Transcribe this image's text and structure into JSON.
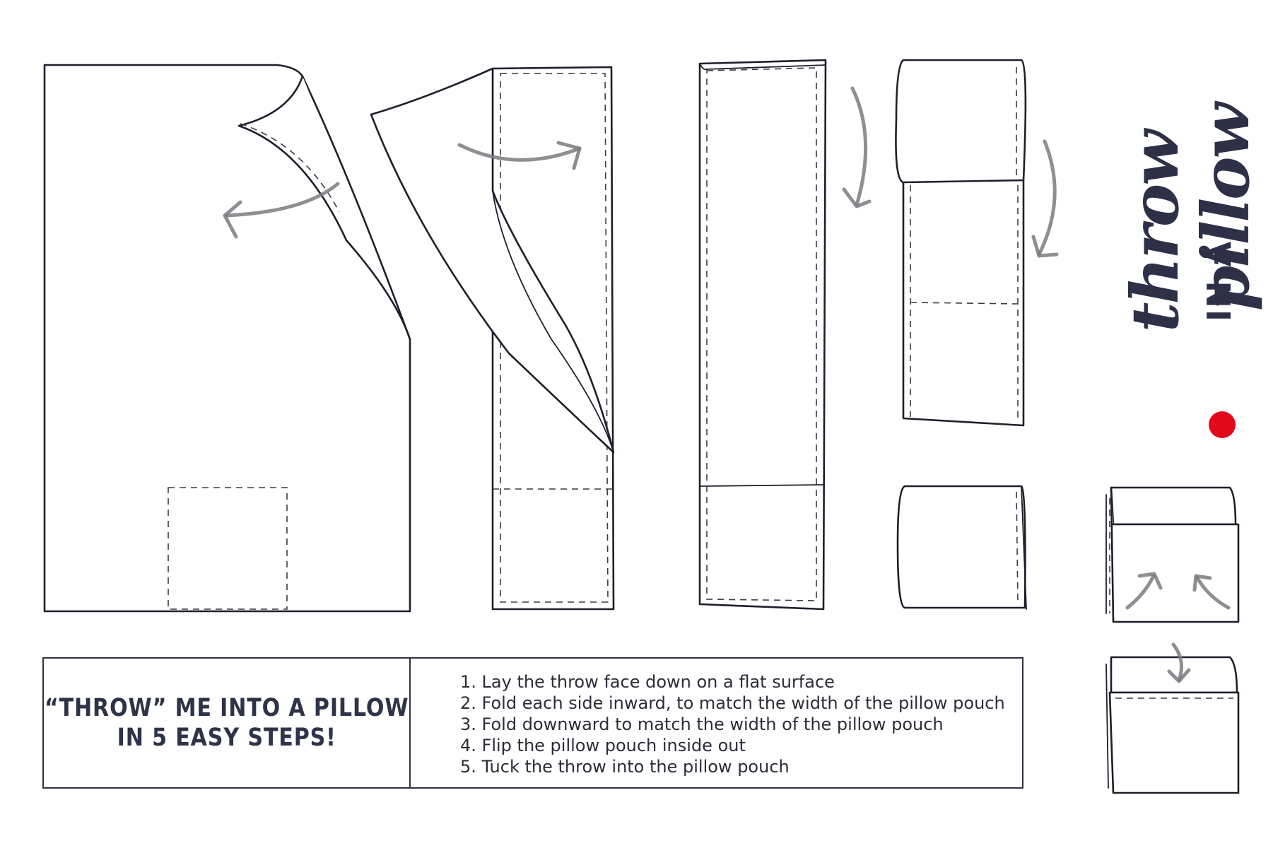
{
  "heading": {
    "line1": "“THROW” ME INTO A PILLOW",
    "line2": "IN 5 EASY STEPS!"
  },
  "steps": [
    "1. Lay the throw face down on a flat surface",
    "2. Fold each side inward, to match the width of the pillow pouch",
    "3. Fold downward to match the width of the pillow pouch",
    "4. Flip the pillow pouch inside out",
    "5. Tuck the throw into the pillow pouch"
  ],
  "brand": {
    "script_1": "throw",
    "script_2": "pillow",
    "caps": "IN A",
    "dot_color": "#e4081c",
    "ink_color": "#2d3047"
  },
  "icons": [
    "curved-arrow-icon",
    "straight-arrow-icon"
  ]
}
